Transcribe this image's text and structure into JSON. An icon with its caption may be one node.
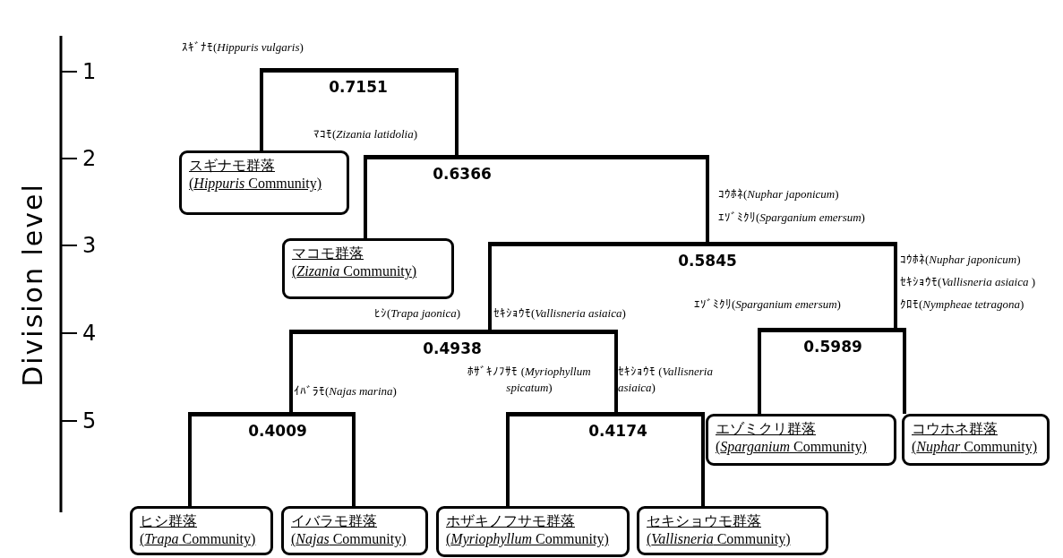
{
  "diagram": {
    "nodes": [
      {
        "text": [
          "0.7151"
        ]
      },
      {
        "text": [
          "スギナモ群落",
          "(*Hippuris* Community)"
        ]
      },
      {
        "text": [
          "0.6366"
        ]
      },
      {
        "text": [
          "マコモ群落",
          "(*Zizania* Community)"
        ]
      },
      {
        "text": [
          "0.5845"
        ]
      },
      {
        "text": [
          "0.4938"
        ]
      },
      {
        "text": [
          "0.5989"
        ]
      },
      {
        "text": [
          "0.4009"
        ]
      },
      {
        "text": [
          "0.4174"
        ]
      },
      {
        "text": [
          "エゾミクリ群落",
          "(*Sparganium* Community)"
        ]
      },
      {
        "text": [
          "コウホネ群落",
          "(*Nuphar* Community)"
        ]
      },
      {
        "text": [
          "ヒシ群落",
          "(*Trapa* Community)"
        ]
      },
      {
        "text": [
          "イバラモ群落",
          "(*Najas* Community)"
        ]
      },
      {
        "text": [
          "ホザキノフサモ群落",
          "(*Myriophyllum* Community)"
        ]
      },
      {
        "text": [
          "セキショウモ群落",
          "(*Vallisneria* Community)"
        ]
      }
    ],
    "edges": [
      {
        "from": 0,
        "to": 1,
        "arrow": "none"
      },
      {
        "from": 0,
        "to": 2,
        "arrow": "none"
      },
      {
        "from": 2,
        "to": 3,
        "arrow": "none"
      },
      {
        "from": 2,
        "to": 4,
        "arrow": "none"
      },
      {
        "from": 4,
        "to": 5,
        "arrow": "none"
      },
      {
        "from": 4,
        "to": 6,
        "arrow": "none"
      },
      {
        "from": 5,
        "to": 7,
        "arrow": "none"
      },
      {
        "from": 5,
        "to": 8,
        "arrow": "none"
      },
      {
        "from": 6,
        "to": 9,
        "arrow": "none"
      },
      {
        "from": 6,
        "to": 10,
        "arrow": "none"
      },
      {
        "from": 7,
        "to": 11,
        "arrow": "none"
      },
      {
        "from": 7,
        "to": 12,
        "arrow": "none"
      },
      {
        "from": 8,
        "to": 13,
        "arrow": "none"
      },
      {
        "from": 8,
        "to": 14,
        "arrow": "none"
      }
    ],
    "labels": [
      "Division level",
      "1",
      "2",
      "3",
      "4",
      "5",
      "ｽｷﾞﾅﾓ(*Hippuris vulgaris*)",
      "ﾏｺﾓ(*Zizania latidolia*)",
      "ｺｳﾎﾈ(*Nuphar japonicum*)",
      "ｴｿﾞﾐｸﾘ(*Sparganium emersum*)",
      "ｺｳﾎﾈ(*Nuphar japonicum*)",
      "ｾｷｼｮｳﾓ(*Vallisneria asiaica* )",
      "ﾋｼ(*Trapa jaonica*)",
      "ｾｷｼｮｳﾓ(*Vallisneria asiaica*)",
      "ｴｿﾞﾐｸﾘ(*Sparganium emersum*)",
      "ｸﾛﾓ(*Nympheae tetragona*)",
      "ﾎｻﾞｷﾉﾌｻﾓ (*Myriophyllum spicatum*)",
      "ｾｷｼｮｳﾓ (*Vallisneria asiaica*)",
      "ｲﾊﾞﾗﾓ(*Najas marina*)"
    ]
  }
}
